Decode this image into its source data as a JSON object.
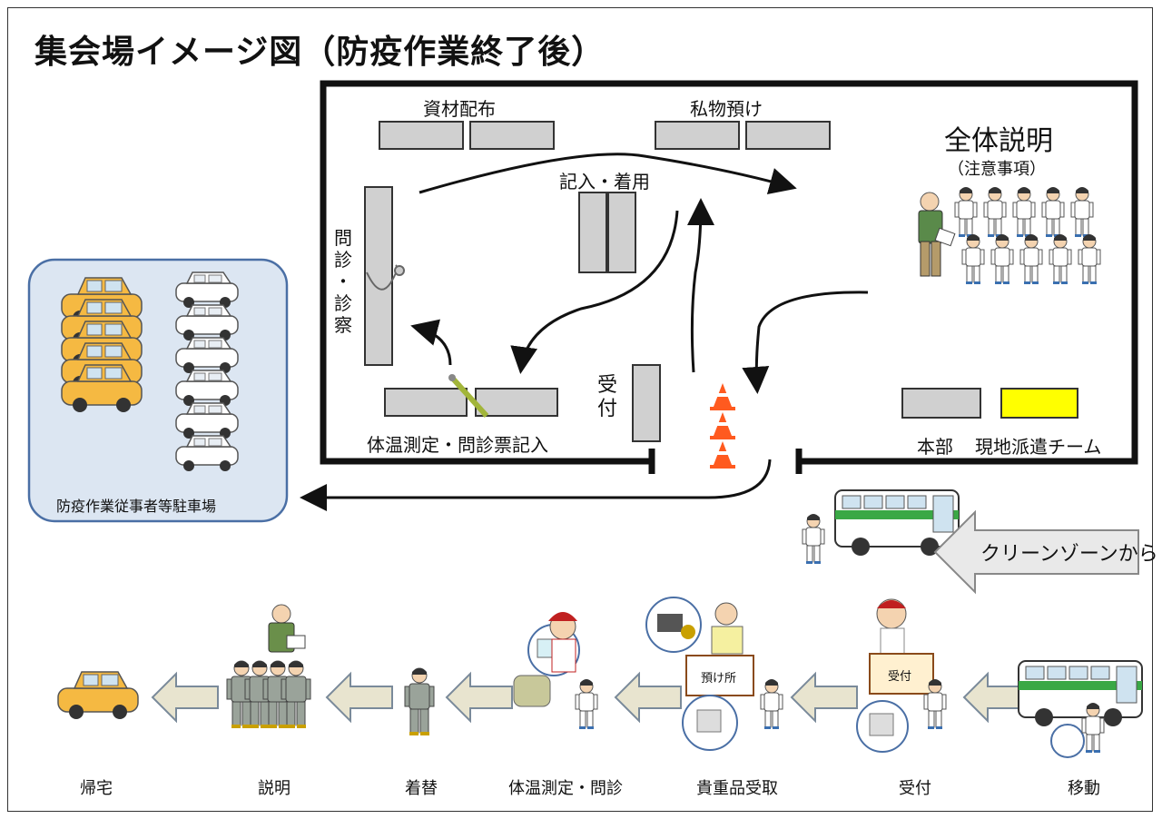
{
  "title": "集会場イメージ図（防疫作業終了後）",
  "hall": {
    "materials": "資材配布",
    "belongings": "私物預け",
    "overall_title": "全体説明",
    "overall_sub": "（注意事項）",
    "fill_wear": "記入・着用",
    "inquiry": [
      "問",
      "診",
      "・",
      "診",
      "察"
    ],
    "temp_label": "体温測定・問診票記入",
    "reception": [
      "受",
      "付"
    ],
    "hq": "本部",
    "team": "現地派遣チーム"
  },
  "parking": {
    "label": "防疫作業従事者等駐車場"
  },
  "clean_zone": "クリーンゾーンから",
  "signs": {
    "deposit": "預け所",
    "reception": "受付"
  },
  "steps": [
    "帰宅",
    "説明",
    "着替",
    "体温測定・問診",
    "貴重品受取",
    "受付",
    "移動"
  ],
  "colors": {
    "gray_box": "#d0d0d0",
    "yellow_box": "#ffff00",
    "parking_bg": "#dce6f2",
    "taxi": "#f5b942",
    "bus_green": "#3aa845"
  }
}
